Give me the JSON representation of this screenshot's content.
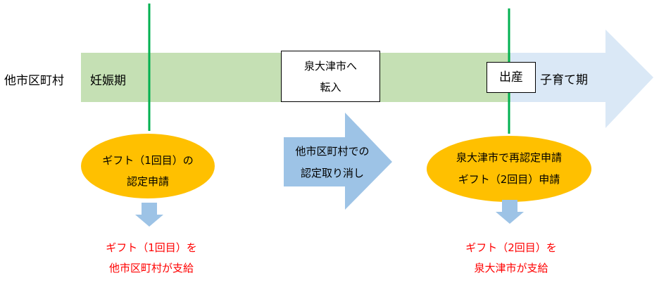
{
  "colors": {
    "pregnancy_bar": "#c5e0b4",
    "child_arrow": "#dae8f6",
    "green_line": "#00b050",
    "process_arrow": "#9dc3e6",
    "ellipse": "#ffc000",
    "result_text": "#ff0000"
  },
  "timeline": {
    "left_label": "他市区町村",
    "pregnancy_label": "妊娠期",
    "transfer_box": {
      "line1": "泉大津市へ",
      "line2": "転入"
    },
    "birth_box": "出産",
    "child_label": "子育て期"
  },
  "step1": {
    "line1": "ギフト（1回目）の",
    "line2": "認定申請",
    "result_line1": "ギフト（1回目）を",
    "result_line2": "他市区町村が支給"
  },
  "middle_arrow": {
    "line1": "他市区町村での",
    "line2": "認定取り消し"
  },
  "step2": {
    "line1": "泉大津市で再認定申請",
    "line2": "ギフト（2回目）申請",
    "result_line1": "ギフト（2回目）を",
    "result_line2": "泉大津市が支給"
  }
}
